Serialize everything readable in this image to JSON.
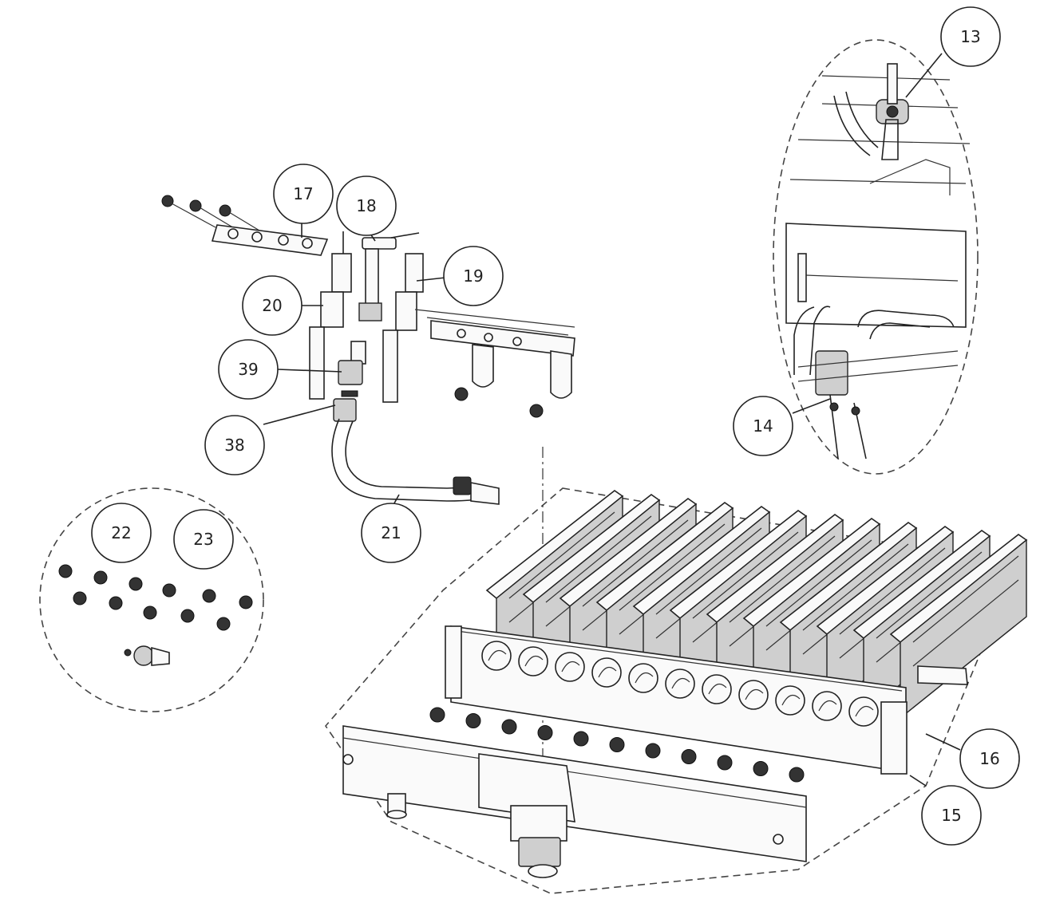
{
  "callouts": [
    {
      "id": "13",
      "label": "13"
    },
    {
      "id": "14",
      "label": "14"
    },
    {
      "id": "15",
      "label": "15"
    },
    {
      "id": "16",
      "label": "16"
    },
    {
      "id": "17",
      "label": "17"
    },
    {
      "id": "18",
      "label": "18"
    },
    {
      "id": "19",
      "label": "19"
    },
    {
      "id": "20",
      "label": "20"
    },
    {
      "id": "21",
      "label": "21"
    },
    {
      "id": "22",
      "label": "22"
    },
    {
      "id": "23",
      "label": "23"
    },
    {
      "id": "38",
      "label": "38"
    },
    {
      "id": "39",
      "label": "39"
    }
  ]
}
